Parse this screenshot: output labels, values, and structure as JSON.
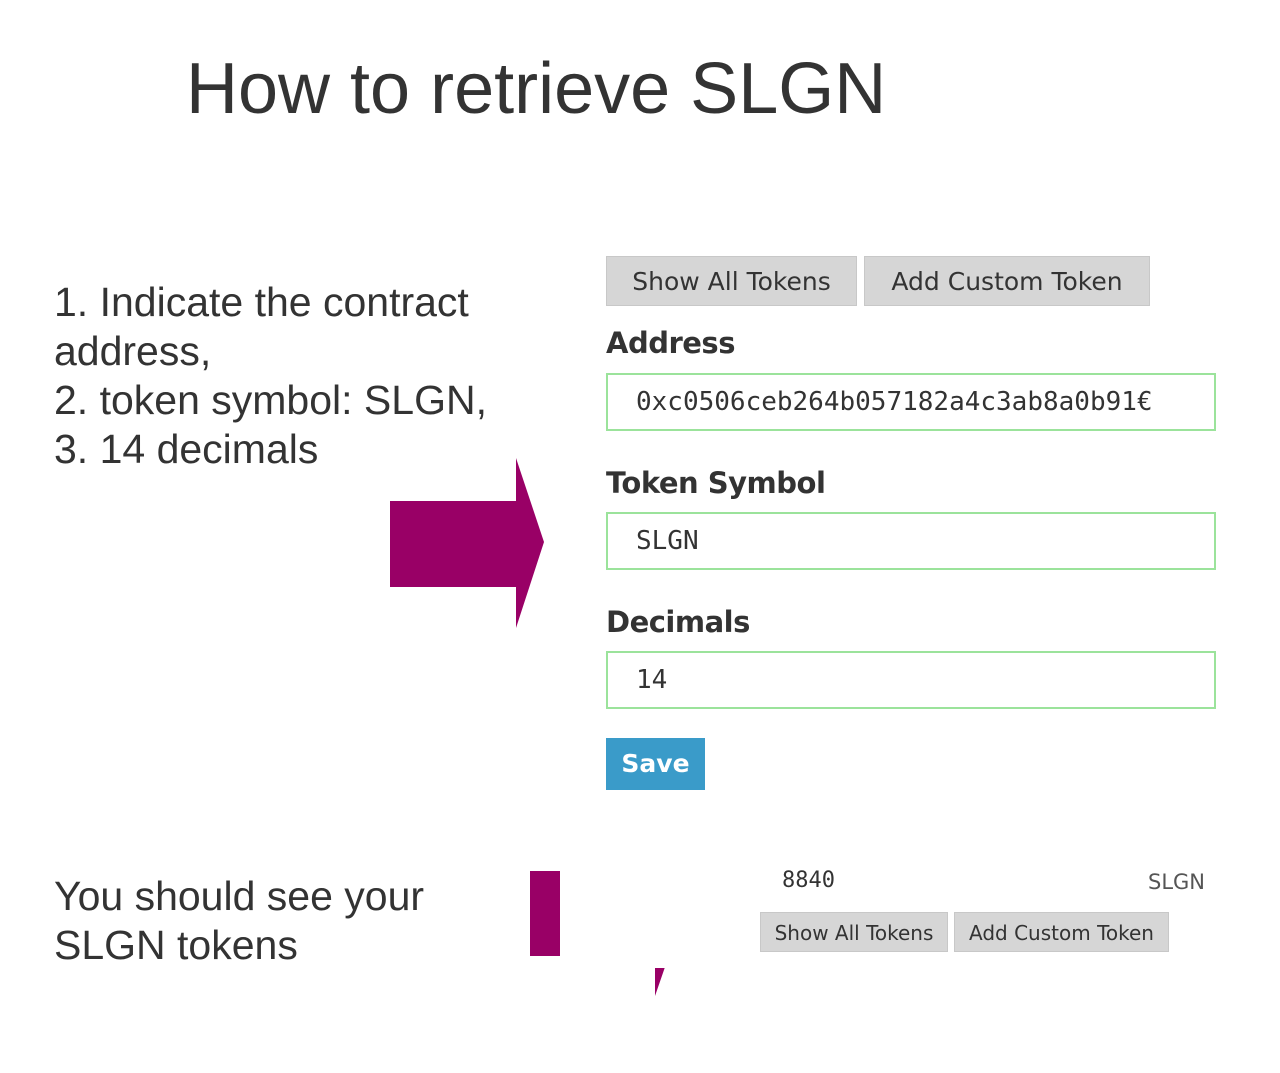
{
  "slide": {
    "title": "How to retrieve SLGN",
    "instructions": [
      "1. Indicate the contract",
      "address,",
      "2. token symbol: SLGN,",
      "3. 14 decimals"
    ],
    "result": [
      "You should see your",
      "SLGN tokens"
    ],
    "arrow_color": "#990066"
  },
  "token_form": {
    "show_all_tokens_label": "Show All Tokens",
    "add_custom_token_label": "Add Custom Token",
    "address_label": "Address",
    "address_value": "0xc0506ceb264b057182a4c3ab8a0b91€",
    "token_symbol_label": "Token Symbol",
    "token_symbol_value": "SLGN",
    "decimals_label": "Decimals",
    "decimals_value": "14",
    "save_label": "Save",
    "input_border_color": "#9be39b",
    "save_color": "#3a9bc9"
  },
  "token_balance": {
    "amount": "8840",
    "symbol": "SLGN",
    "show_all_tokens_label": "Show All Tokens",
    "add_custom_token_label": "Add Custom Token"
  }
}
